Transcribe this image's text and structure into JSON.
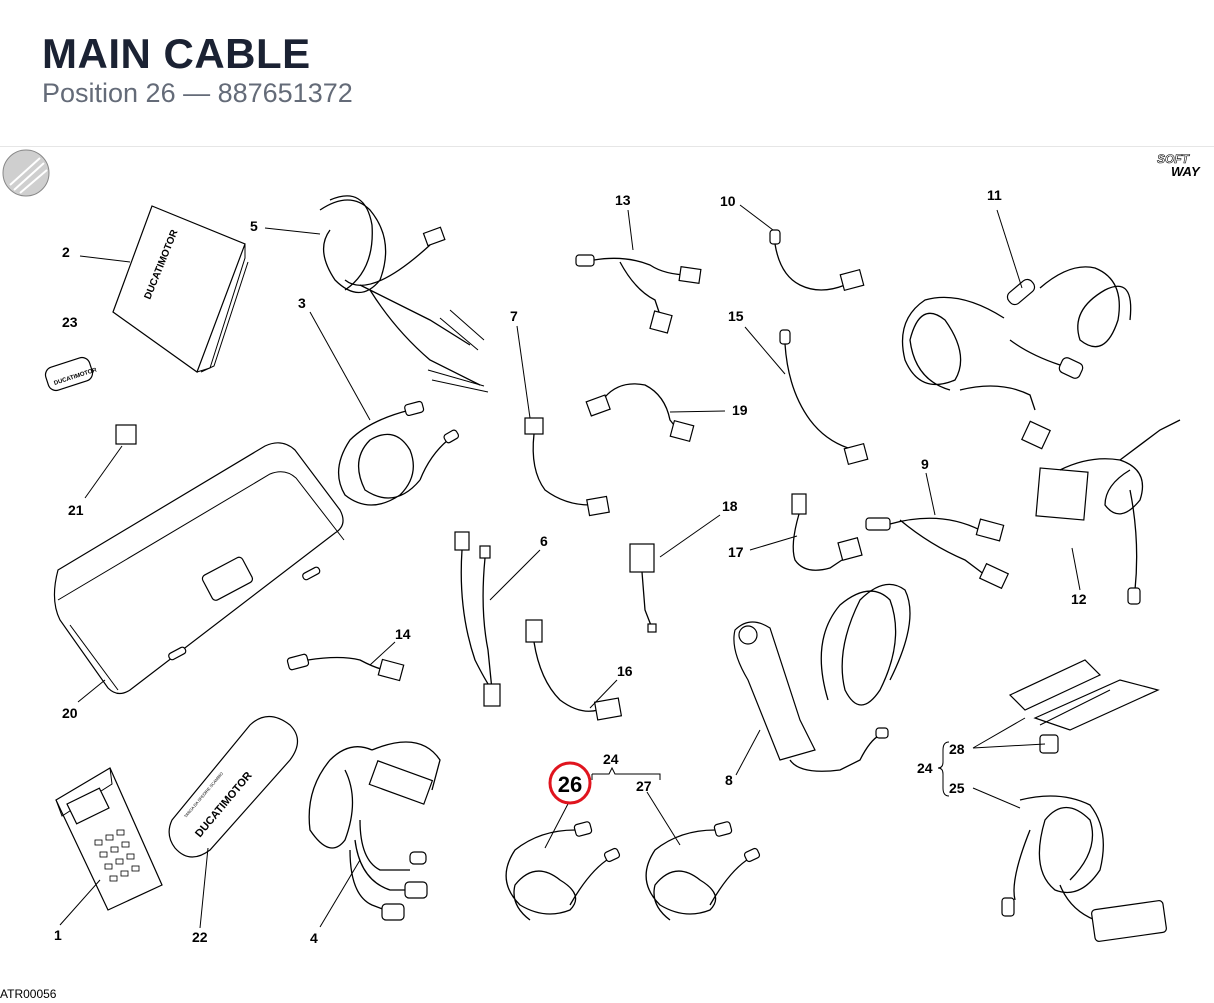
{
  "header": {
    "title": "MAIN CABLE",
    "subtitle": "Position 26 — 887651372"
  },
  "diagram": {
    "labels": [
      "1",
      "2",
      "3",
      "4",
      "5",
      "6",
      "7",
      "8",
      "9",
      "10",
      "11",
      "12",
      "13",
      "14",
      "15",
      "16",
      "17",
      "18",
      "19",
      "20",
      "21",
      "22",
      "23",
      "24",
      "24",
      "25",
      "27",
      "28"
    ],
    "highlighted_label": "26",
    "highlight_color": "#e0141e",
    "manual_cover_text": "DUCATIMOTOR",
    "tag_text": "DUCATIMOTOR",
    "bag_text": "DUCATIMOTOR",
    "bag_small_text": "TARGA DA SPEDIRE SCAMBIO",
    "logo_line1": "SOFT",
    "logo_line2": "WAY"
  },
  "footer": {
    "drawing_code": "ATR00056"
  }
}
